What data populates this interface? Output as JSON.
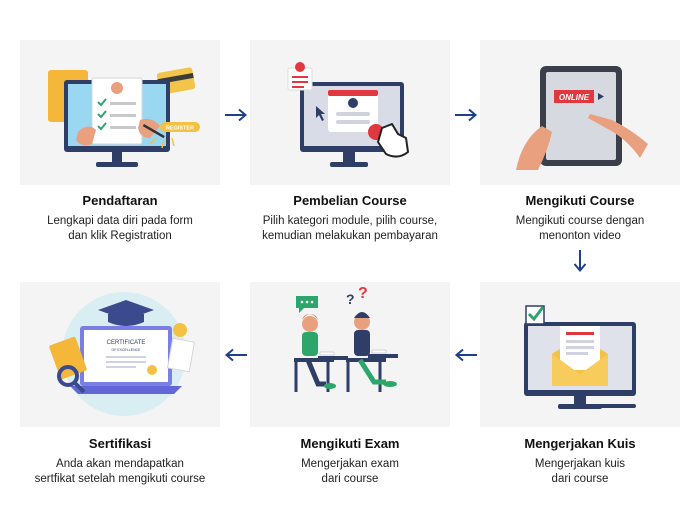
{
  "steps": [
    {
      "title": "Pendaftaran",
      "desc": "Lengkapi data diri pada form\ndan klik Registration",
      "badge": "REGISTER"
    },
    {
      "title": "Pembelian Course",
      "desc": "Pilih kategori module, pilih course,\nkemudian melakukan pembayaran"
    },
    {
      "title": "Mengikuti Course",
      "desc": "Mengikuti course dengan\nmenonton video",
      "badge": "ONLINE"
    },
    {
      "title": "Mengerjakan Kuis",
      "desc": "Mengerjakan kuis\ndari course"
    },
    {
      "title": "Mengikuti Exam",
      "desc": "Mengerjakan exam\ndari course"
    },
    {
      "title": "Sertifikasi",
      "desc": "Anda akan mendapatkan\nsertfikat setelah mengikuti course",
      "badge_line1": "CERTIFICATE",
      "badge_line2": "OF EXCELLENCE"
    }
  ],
  "colors": {
    "accent": "#1e3f8a",
    "card": "#f4f4f5",
    "screen": "#2f3e66",
    "skin": "#e9a07f",
    "red": "#e0383e",
    "yellow": "#f5c143"
  }
}
